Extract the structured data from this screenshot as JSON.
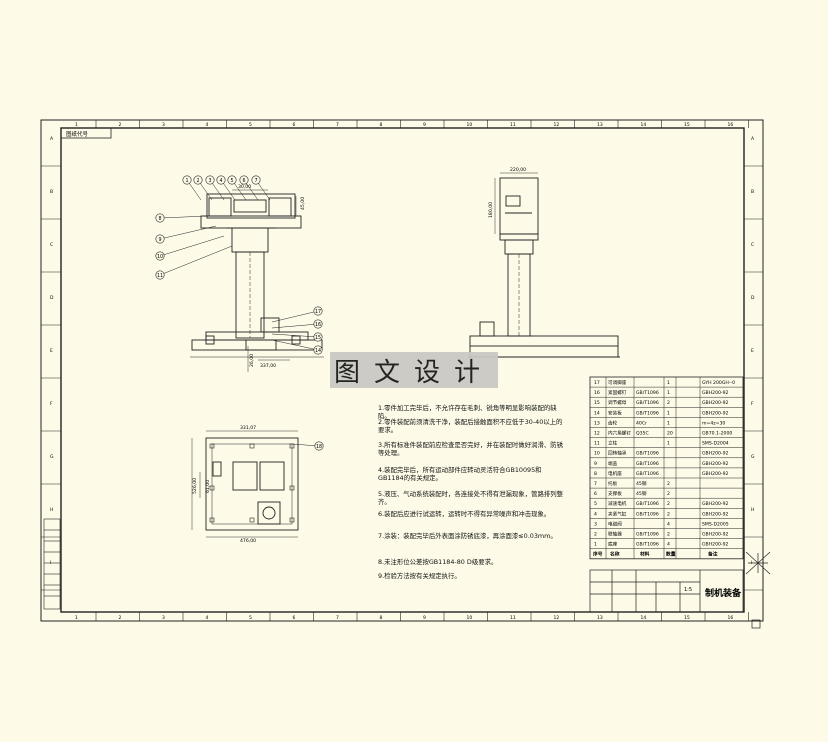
{
  "watermark": "图文设计",
  "dims": {
    "front_top": "30,00",
    "front_side": "45,00",
    "side_top": "220,00",
    "side_side": "180,00",
    "base_bottom": "337,00",
    "base_side": "26,00",
    "plan_top": "331,07",
    "plan_left": "526,00",
    "plan_inner": "61,00",
    "plan_bottom": "476,00"
  },
  "notes": [
    "1.零件加工完毕后，不允许存在毛刺、锐角等明显影响装配的缺陷。",
    "2.零件装配前须清洗干净，装配后接触面积不应低于30-40以上的要求。",
    "3.所有标准件装配前应检查是否完好，并在装配时做好润滑、防锈等处理。",
    "4.装配完毕后，所有运动部件应转动灵活符合GB10095和GB1184的有关规定。",
    "5.液压、气动系统装配时，各连接处不得有泄漏现象，管路排列整齐。",
    "6.装配后应进行试运转，运转时不得有异常噪声和冲击现象。",
    "7.涂装：装配完毕后外表面涂防锈底漆，再涂面漆≤0.03mm。",
    "8.未注形位公差按GB1184-80 D级要求。",
    "9.检验方法按有关规定执行。"
  ],
  "bom_rows": [
    {
      "no": "17",
      "name": "可调脚座",
      "std": "",
      "qty": "1",
      "mat": "GYH 200GH--0"
    },
    {
      "no": "16",
      "name": "紧固螺钉",
      "std": "GB/T1096",
      "qty": "1",
      "mat": "GBH200-92"
    },
    {
      "no": "15",
      "name": "调节螺母",
      "std": "GB/T1096",
      "qty": "2",
      "mat": "GBH200-92"
    },
    {
      "no": "14",
      "name": "安装板",
      "std": "GB/T1096",
      "qty": "1",
      "mat": "GBH200-92"
    },
    {
      "no": "13",
      "name": "齿轮",
      "std": "40Cr",
      "qty": "1",
      "mat": "m=4z=30"
    },
    {
      "no": "12",
      "name": "内六角螺钉",
      "std": "Q35C",
      "qty": "20",
      "mat": "GB70.1-2000"
    },
    {
      "no": "11",
      "name": "立柱",
      "std": "",
      "qty": "1",
      "mat": "SMS-D2004"
    },
    {
      "no": "10",
      "name": "回转轴承",
      "std": "GB/T1096",
      "qty": "",
      "mat": "GBH200-92"
    },
    {
      "no": "9",
      "name": "端盖",
      "std": "GB/T1096",
      "qty": "",
      "mat": "GBH200-92"
    },
    {
      "no": "8",
      "name": "电机座",
      "std": "GB/T1096",
      "qty": "",
      "mat": "GBH200-92"
    },
    {
      "no": "7",
      "name": "托板",
      "std": "45钢",
      "qty": "2",
      "mat": ""
    },
    {
      "no": "6",
      "name": "支撑板",
      "std": "45钢",
      "qty": "2",
      "mat": ""
    },
    {
      "no": "5",
      "name": "减速电机",
      "std": "GB/T1096",
      "qty": "2",
      "mat": "GBH200-92"
    },
    {
      "no": "4",
      "name": "夹紧气缸",
      "std": "GB/T1096",
      "qty": "2",
      "mat": "GBH200-92"
    },
    {
      "no": "3",
      "name": "电磁阀",
      "std": "",
      "qty": "4",
      "mat": "SMS-D2005"
    },
    {
      "no": "2",
      "name": "联轴器",
      "std": "GB/T1096",
      "qty": "2",
      "mat": "GBH200-92"
    },
    {
      "no": "1",
      "name": "底座",
      "std": "GB/T1096",
      "qty": "4",
      "mat": "GBH200-92"
    }
  ],
  "bom_header": {
    "no": "序号",
    "name": "名称",
    "std": "材料",
    "qty": "数量",
    "mat": "备注"
  },
  "title_block": {
    "name": "制机装备",
    "scale": "1:5"
  },
  "border_numbers": {
    "top": [
      "1",
      "2",
      "3",
      "4",
      "5",
      "6",
      "7",
      "8",
      "9",
      "10",
      "11",
      "12",
      "13",
      "14",
      "15",
      "16"
    ],
    "bottom": [
      "1",
      "2",
      "3",
      "4",
      "5",
      "6",
      "7",
      "8",
      "9",
      "10",
      "11",
      "12",
      "13",
      "14",
      "15",
      "16"
    ],
    "left": [
      "A",
      "B",
      "C",
      "D",
      "E",
      "F",
      "G",
      "H",
      "I"
    ],
    "right": [
      "A",
      "B",
      "C",
      "D",
      "E",
      "F",
      "G",
      "H",
      "I"
    ]
  },
  "corner_tag": "图纸代号",
  "balloons_top": [
    "1",
    "2",
    "3",
    "4",
    "5",
    "6",
    "7"
  ],
  "balloons_left": [
    "8",
    "9",
    "10",
    "11"
  ],
  "balloons_right": [
    "17",
    "16",
    "15",
    "14"
  ],
  "balloon_plan": "18",
  "colors": {
    "paper": "#fdfbe8",
    "line": "#1a1a1a",
    "watermark_bg": "#c8c8c4"
  }
}
